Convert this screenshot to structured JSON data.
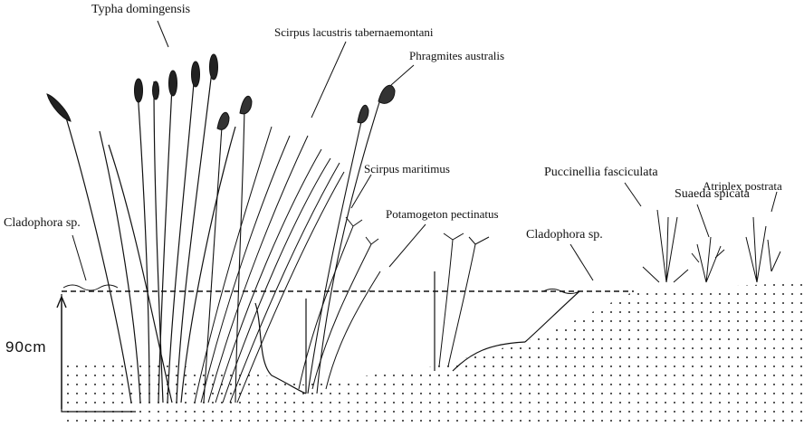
{
  "labels": {
    "typha": "Typha domingensis",
    "scirpus_lacustris": "Scirpus lacustris tabernaemontani",
    "phragmites": "Phragmites australis",
    "scirpus_maritimus": "Scirpus maritimus",
    "potamogeton": "Potamogeton pectinatus",
    "cladophora_left": "Cladophora sp.",
    "cladophora_right": "Cladophora sp.",
    "puccinellia": "Puccinellia fasciculata",
    "suaeda": "Suaeda spicata",
    "atriplex": "Atriplex postrata"
  },
  "scale": {
    "depth_label": "90cm"
  }
}
